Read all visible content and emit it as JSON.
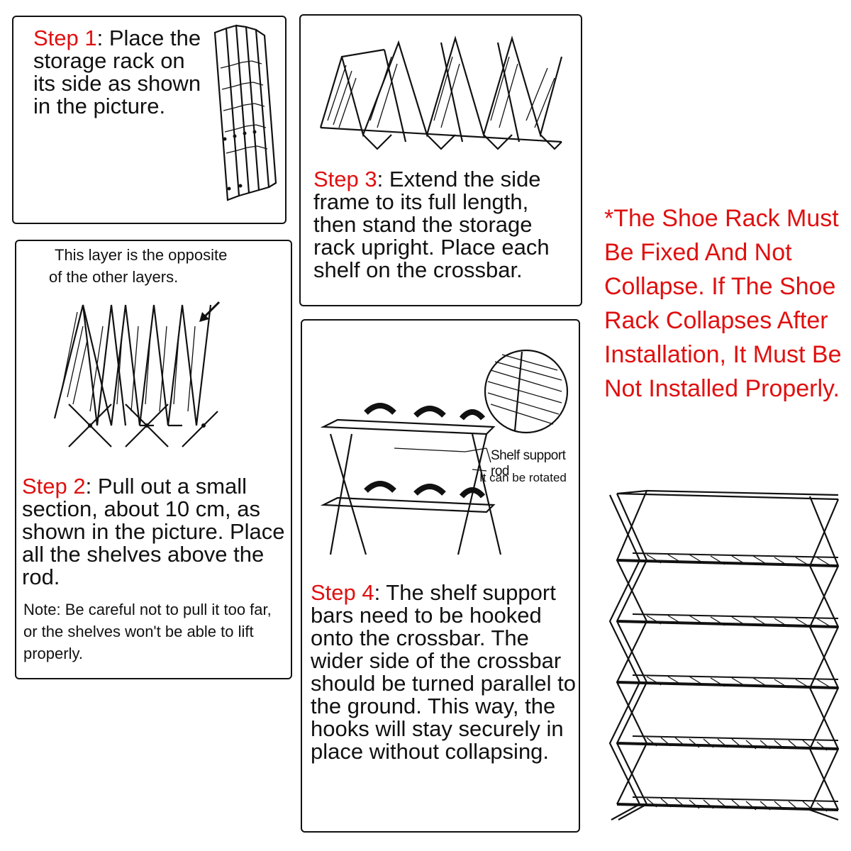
{
  "step1": {
    "label": "Step 1",
    "text": ": Place the storage rack on its side as shown in the picture."
  },
  "step2": {
    "caption_line1": "This layer is the opposite",
    "caption_line2": "of the other layers.",
    "label": "Step 2",
    "text": ": Pull out a small section, about 10 cm, as shown in the picture. Place all the shelves above the rod.",
    "note": "Note: Be careful not to pull it too far, or the shelves won't be able to lift properly."
  },
  "step3": {
    "label": "Step 3",
    "text": ": Extend the side frame to its full length, then stand the storage rack upright. Place each shelf on the crossbar."
  },
  "step4": {
    "callout_rod": "Shelf support rod",
    "callout_rotate": "It can be rotated",
    "label": "Step 4",
    "text": ": The shelf support bars need to be hooked onto the crossbar. The wider side of the crossbar should be turned parallel to the ground. This way, the hooks will stay securely in place without collapsing."
  },
  "warning": "*The Shoe Rack Must Be Fixed And Not Collapse. If The Shoe Rack Collapses After Installation, It Must Be Not Installed Properly.",
  "colors": {
    "accent": "#e01010",
    "border": "#111111"
  }
}
